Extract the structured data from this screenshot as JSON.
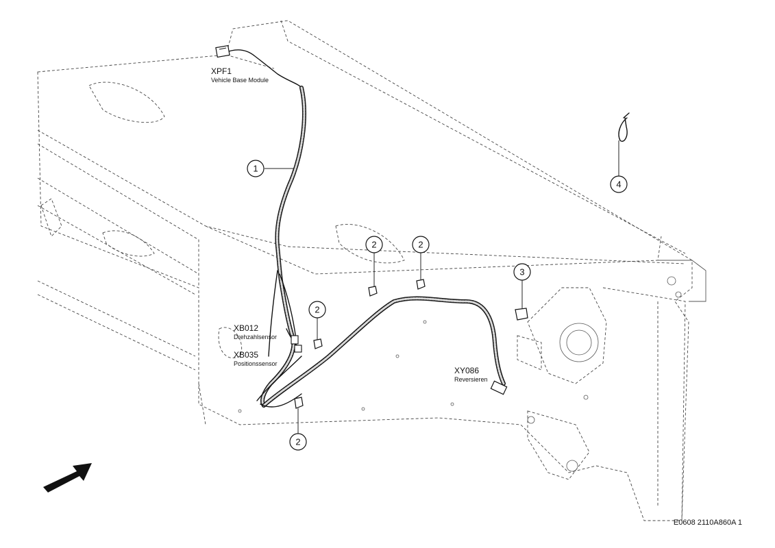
{
  "connectors": {
    "xpf1": {
      "code": "XPF1",
      "description": "Vehicle Base Module"
    },
    "xb012": {
      "code": "XB012",
      "description": "Drehzahlsensor"
    },
    "xb035": {
      "code": "XB035",
      "description": "Positionssensor"
    },
    "xy086": {
      "code": "XY086",
      "description": "Reversieren"
    }
  },
  "callouts": [
    {
      "id": "c1",
      "label": "1"
    },
    {
      "id": "c2a",
      "label": "2"
    },
    {
      "id": "c2b",
      "label": "2"
    },
    {
      "id": "c2c",
      "label": "2"
    },
    {
      "id": "c2d",
      "label": "2"
    },
    {
      "id": "c3",
      "label": "3"
    },
    {
      "id": "c4",
      "label": "4"
    }
  ],
  "reference_code": "E0608 2110A860A 1"
}
